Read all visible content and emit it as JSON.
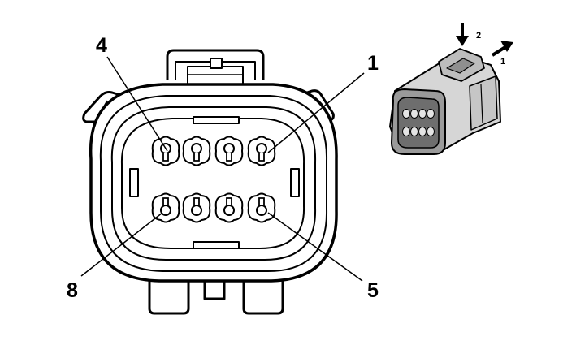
{
  "pin_labels": {
    "top_left": "4",
    "top_right": "1",
    "bottom_left": "8",
    "bottom_right": "5"
  },
  "step_labels": {
    "push": "2",
    "pull": "1"
  },
  "colors": {
    "line": "#000000",
    "background": "#ffffff",
    "thumb_fill": "#bdbdbd",
    "thumb_dark": "#6e6e6e"
  }
}
